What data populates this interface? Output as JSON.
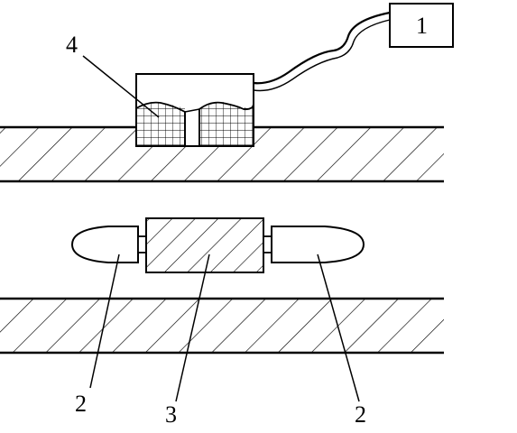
{
  "labels": {
    "power_box": "1",
    "left_end": "2",
    "center_body": "3",
    "sensor_block": "4",
    "right_end": "2"
  },
  "colors": {
    "stroke": "#000000",
    "background": "#ffffff"
  }
}
